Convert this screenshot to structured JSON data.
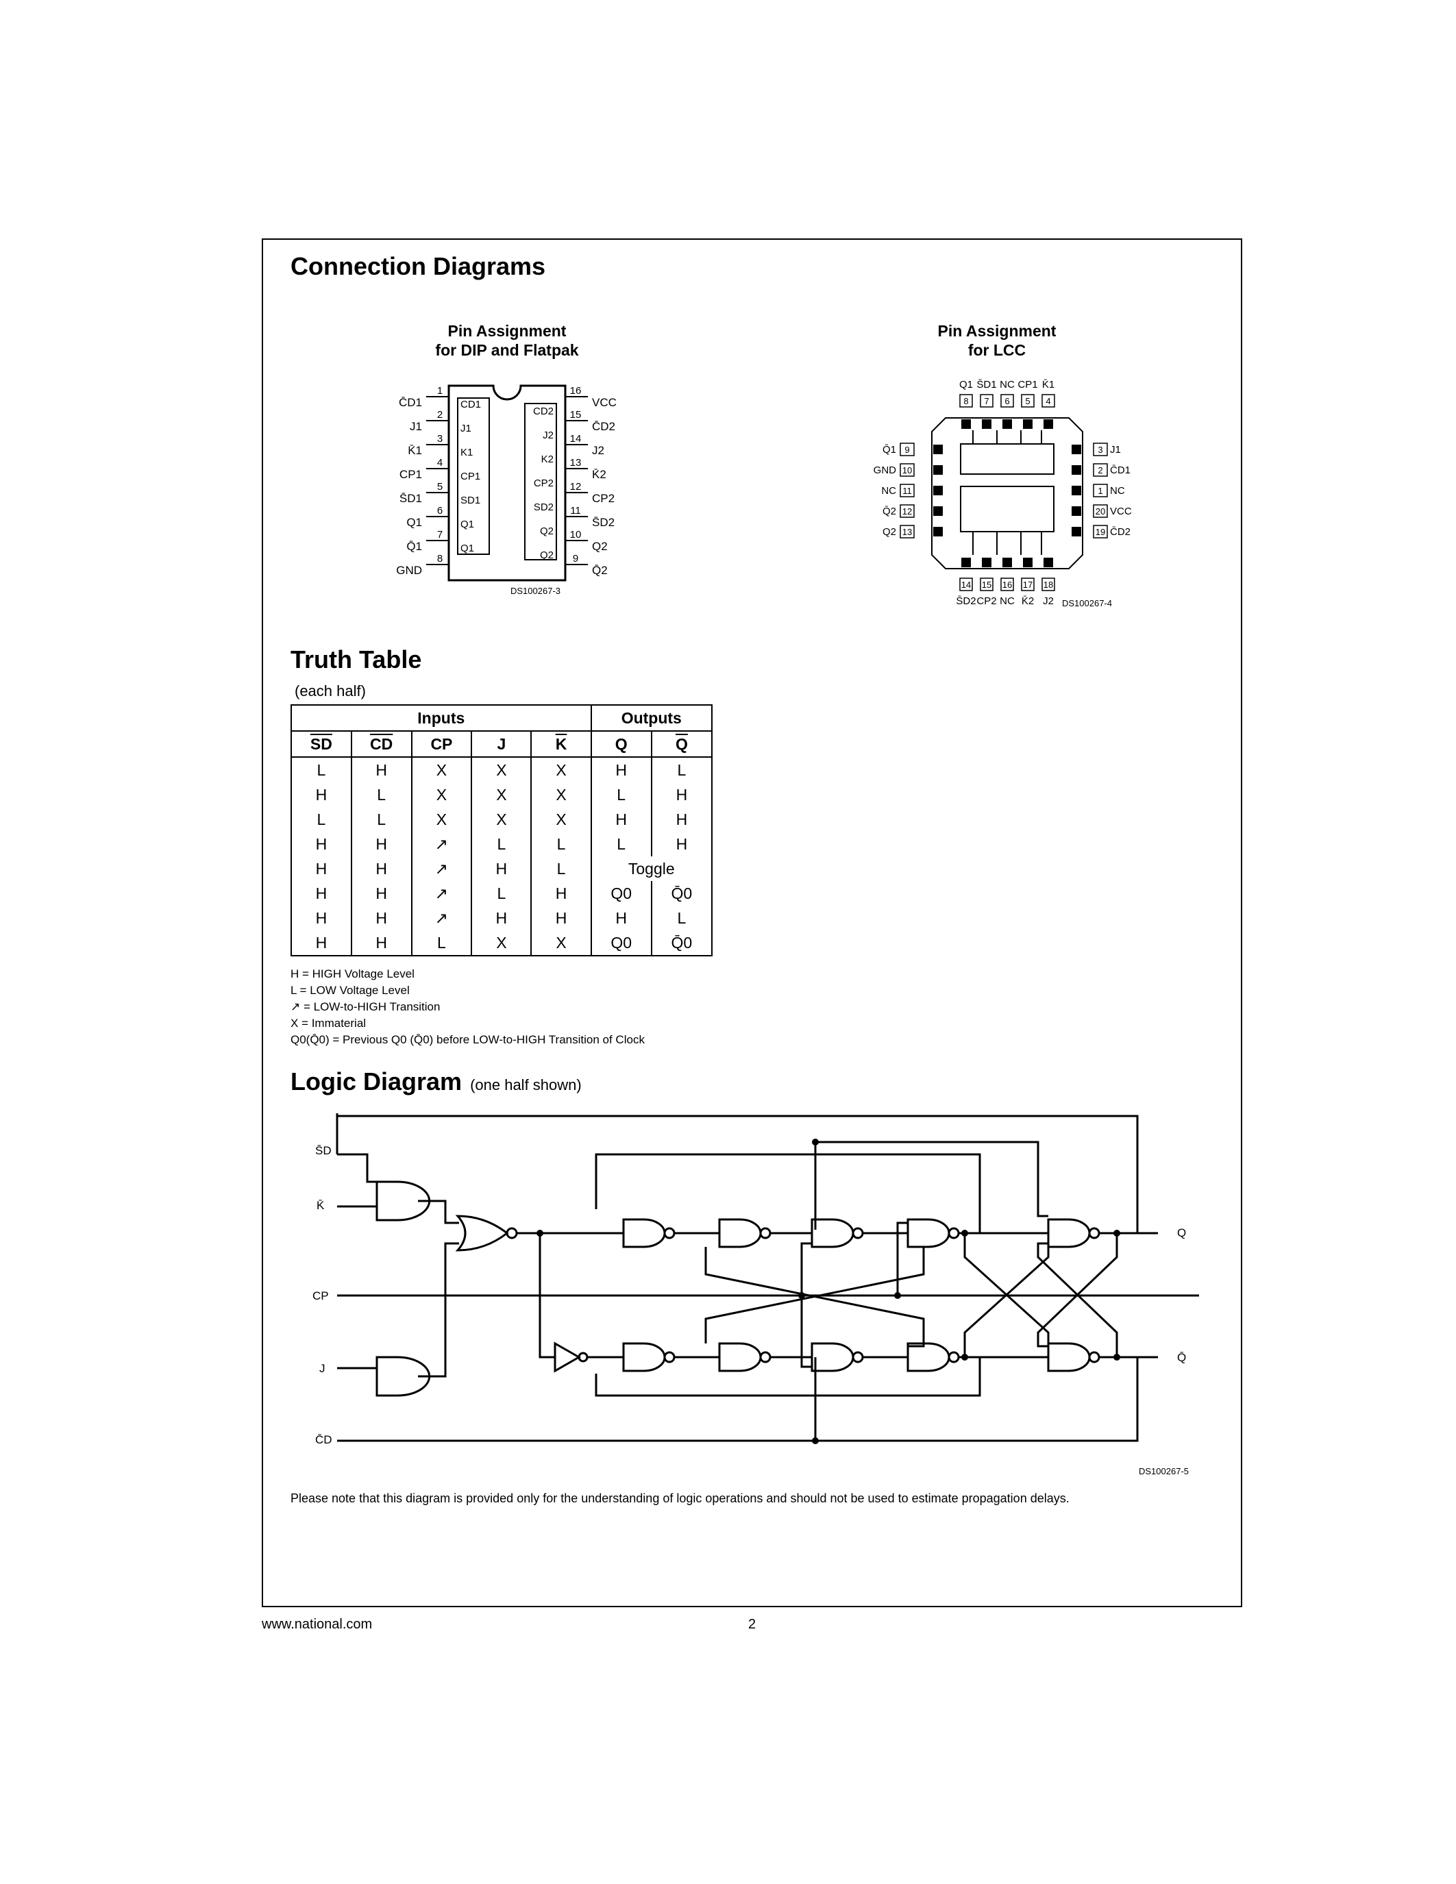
{
  "page": {
    "footer_url": "www.national.com",
    "page_number": "2",
    "disclaimer": "Please note that this diagram is provided only for the understanding of logic operations and should not be used to estimate propagation delays."
  },
  "connection_diagrams": {
    "heading": "Connection Diagrams",
    "dip": {
      "caption_line1": "Pin Assignment",
      "caption_line2": "for DIP and Flatpak",
      "code": "DS100267-3",
      "left_pins": [
        {
          "num": "1",
          "label": "C̄D1"
        },
        {
          "num": "2",
          "label": "J1"
        },
        {
          "num": "3",
          "label": "K̄1"
        },
        {
          "num": "4",
          "label": "CP1"
        },
        {
          "num": "5",
          "label": "S̄D1"
        },
        {
          "num": "6",
          "label": "Q1"
        },
        {
          "num": "7",
          "label": "Q̄1"
        },
        {
          "num": "8",
          "label": "GND"
        }
      ],
      "right_pins": [
        {
          "num": "16",
          "label": "VCC"
        },
        {
          "num": "15",
          "label": "C̄D2"
        },
        {
          "num": "14",
          "label": "J2"
        },
        {
          "num": "13",
          "label": "K̄2"
        },
        {
          "num": "12",
          "label": "CP2"
        },
        {
          "num": "11",
          "label": "S̄D2"
        },
        {
          "num": "10",
          "label": "Q2"
        },
        {
          "num": "9",
          "label": "Q̄2"
        }
      ],
      "inner_left": [
        "CD1",
        "J1",
        "K1",
        "CP1",
        "SD1",
        "Q1",
        "Q1"
      ],
      "inner_right": [
        "CD2",
        "J2",
        "K2",
        "CP2",
        "SD2",
        "Q2",
        "Q2"
      ]
    },
    "lcc": {
      "caption_line1": "Pin Assignment",
      "caption_line2": "for LCC",
      "code": "DS100267-4",
      "top_labels": [
        "Q1",
        "S̄D1",
        "NC",
        "CP1",
        "K̄1"
      ],
      "top_nums": [
        "8",
        "7",
        "6",
        "5",
        "4"
      ],
      "left_labels": [
        "Q̄1",
        "GND",
        "NC",
        "Q̄2",
        "Q2"
      ],
      "left_nums": [
        "9",
        "10",
        "11",
        "12",
        "13"
      ],
      "right_nums": [
        "3",
        "2",
        "1",
        "20",
        "19"
      ],
      "right_labels": [
        "J1",
        "C̄D1",
        "NC",
        "VCC",
        "C̄D2"
      ],
      "bottom_nums": [
        "14",
        "15",
        "16",
        "17",
        "18"
      ],
      "bottom_labels": [
        "S̄D2",
        "CP2",
        "NC",
        "K̄2",
        "J2"
      ]
    }
  },
  "truth_table": {
    "heading": "Truth Table",
    "subheading": "(each half)",
    "group_inputs": "Inputs",
    "group_outputs": "Outputs",
    "columns": [
      "SD",
      "CD",
      "CP",
      "J",
      "K",
      "Q",
      "Q"
    ],
    "rows": [
      [
        "L",
        "H",
        "X",
        "X",
        "X",
        "H",
        "L"
      ],
      [
        "H",
        "L",
        "X",
        "X",
        "X",
        "L",
        "H"
      ],
      [
        "L",
        "L",
        "X",
        "X",
        "X",
        "H",
        "H"
      ],
      [
        "H",
        "H",
        "↗",
        "L",
        "L",
        "L",
        "H"
      ],
      [
        "H",
        "H",
        "↗",
        "H",
        "L",
        "Toggle",
        ""
      ],
      [
        "H",
        "H",
        "↗",
        "L",
        "H",
        "Q0",
        "Q̄0"
      ],
      [
        "H",
        "H",
        "↗",
        "H",
        "H",
        "H",
        "L"
      ],
      [
        "H",
        "H",
        "L",
        "X",
        "X",
        "Q0",
        "Q̄0"
      ]
    ],
    "notes": [
      "H = HIGH Voltage Level",
      "L = LOW Voltage Level",
      "↗ = LOW-to-HIGH Transition",
      "X = Immaterial",
      "Q0(Q̄0) = Previous Q0 (Q̄0) before LOW-to-HIGH Transition of Clock"
    ]
  },
  "logic_diagram": {
    "heading": "Logic Diagram",
    "subheading": "(one half shown)",
    "code": "DS100267-5",
    "inputs": [
      "S̄D",
      "K̄",
      "CP",
      "J",
      "C̄D"
    ],
    "outputs": [
      "Q",
      "Q̄"
    ]
  }
}
